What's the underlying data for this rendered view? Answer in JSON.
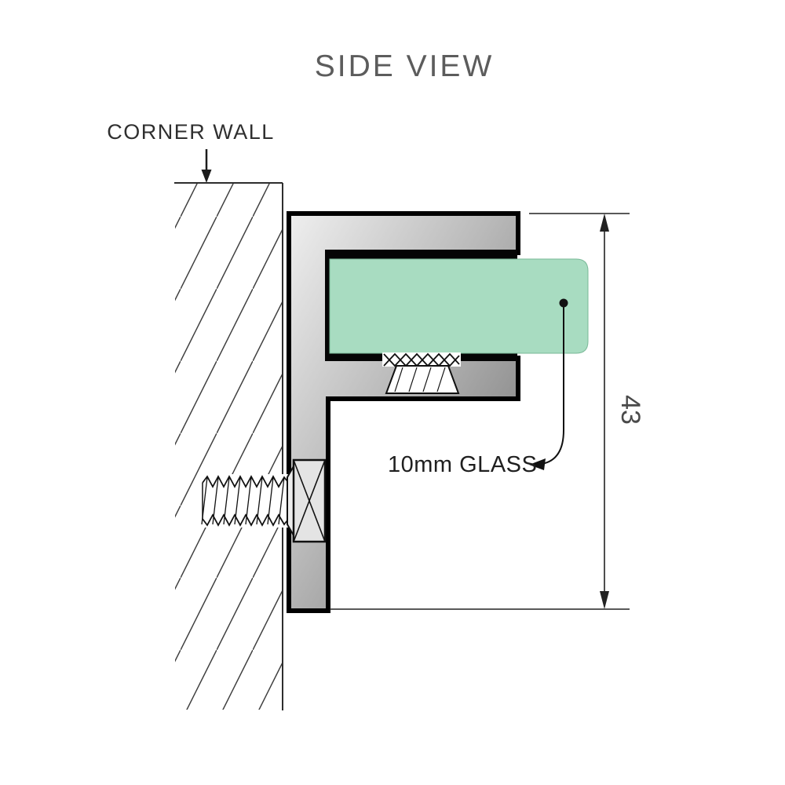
{
  "title": "SIDE VIEW",
  "labels": {
    "corner_wall": "CORNER WALL",
    "glass": "10mm GLASS",
    "dimension_43": "43"
  },
  "colors": {
    "glass_green": "#a8dcc1",
    "metal_light": "#efefef",
    "metal_mid": "#b9b9b9",
    "metal_dark": "#6e6e6e",
    "gasket_black": "#050505",
    "line_black": "#1a1a1a",
    "title_gray": "#5c5c5c"
  }
}
